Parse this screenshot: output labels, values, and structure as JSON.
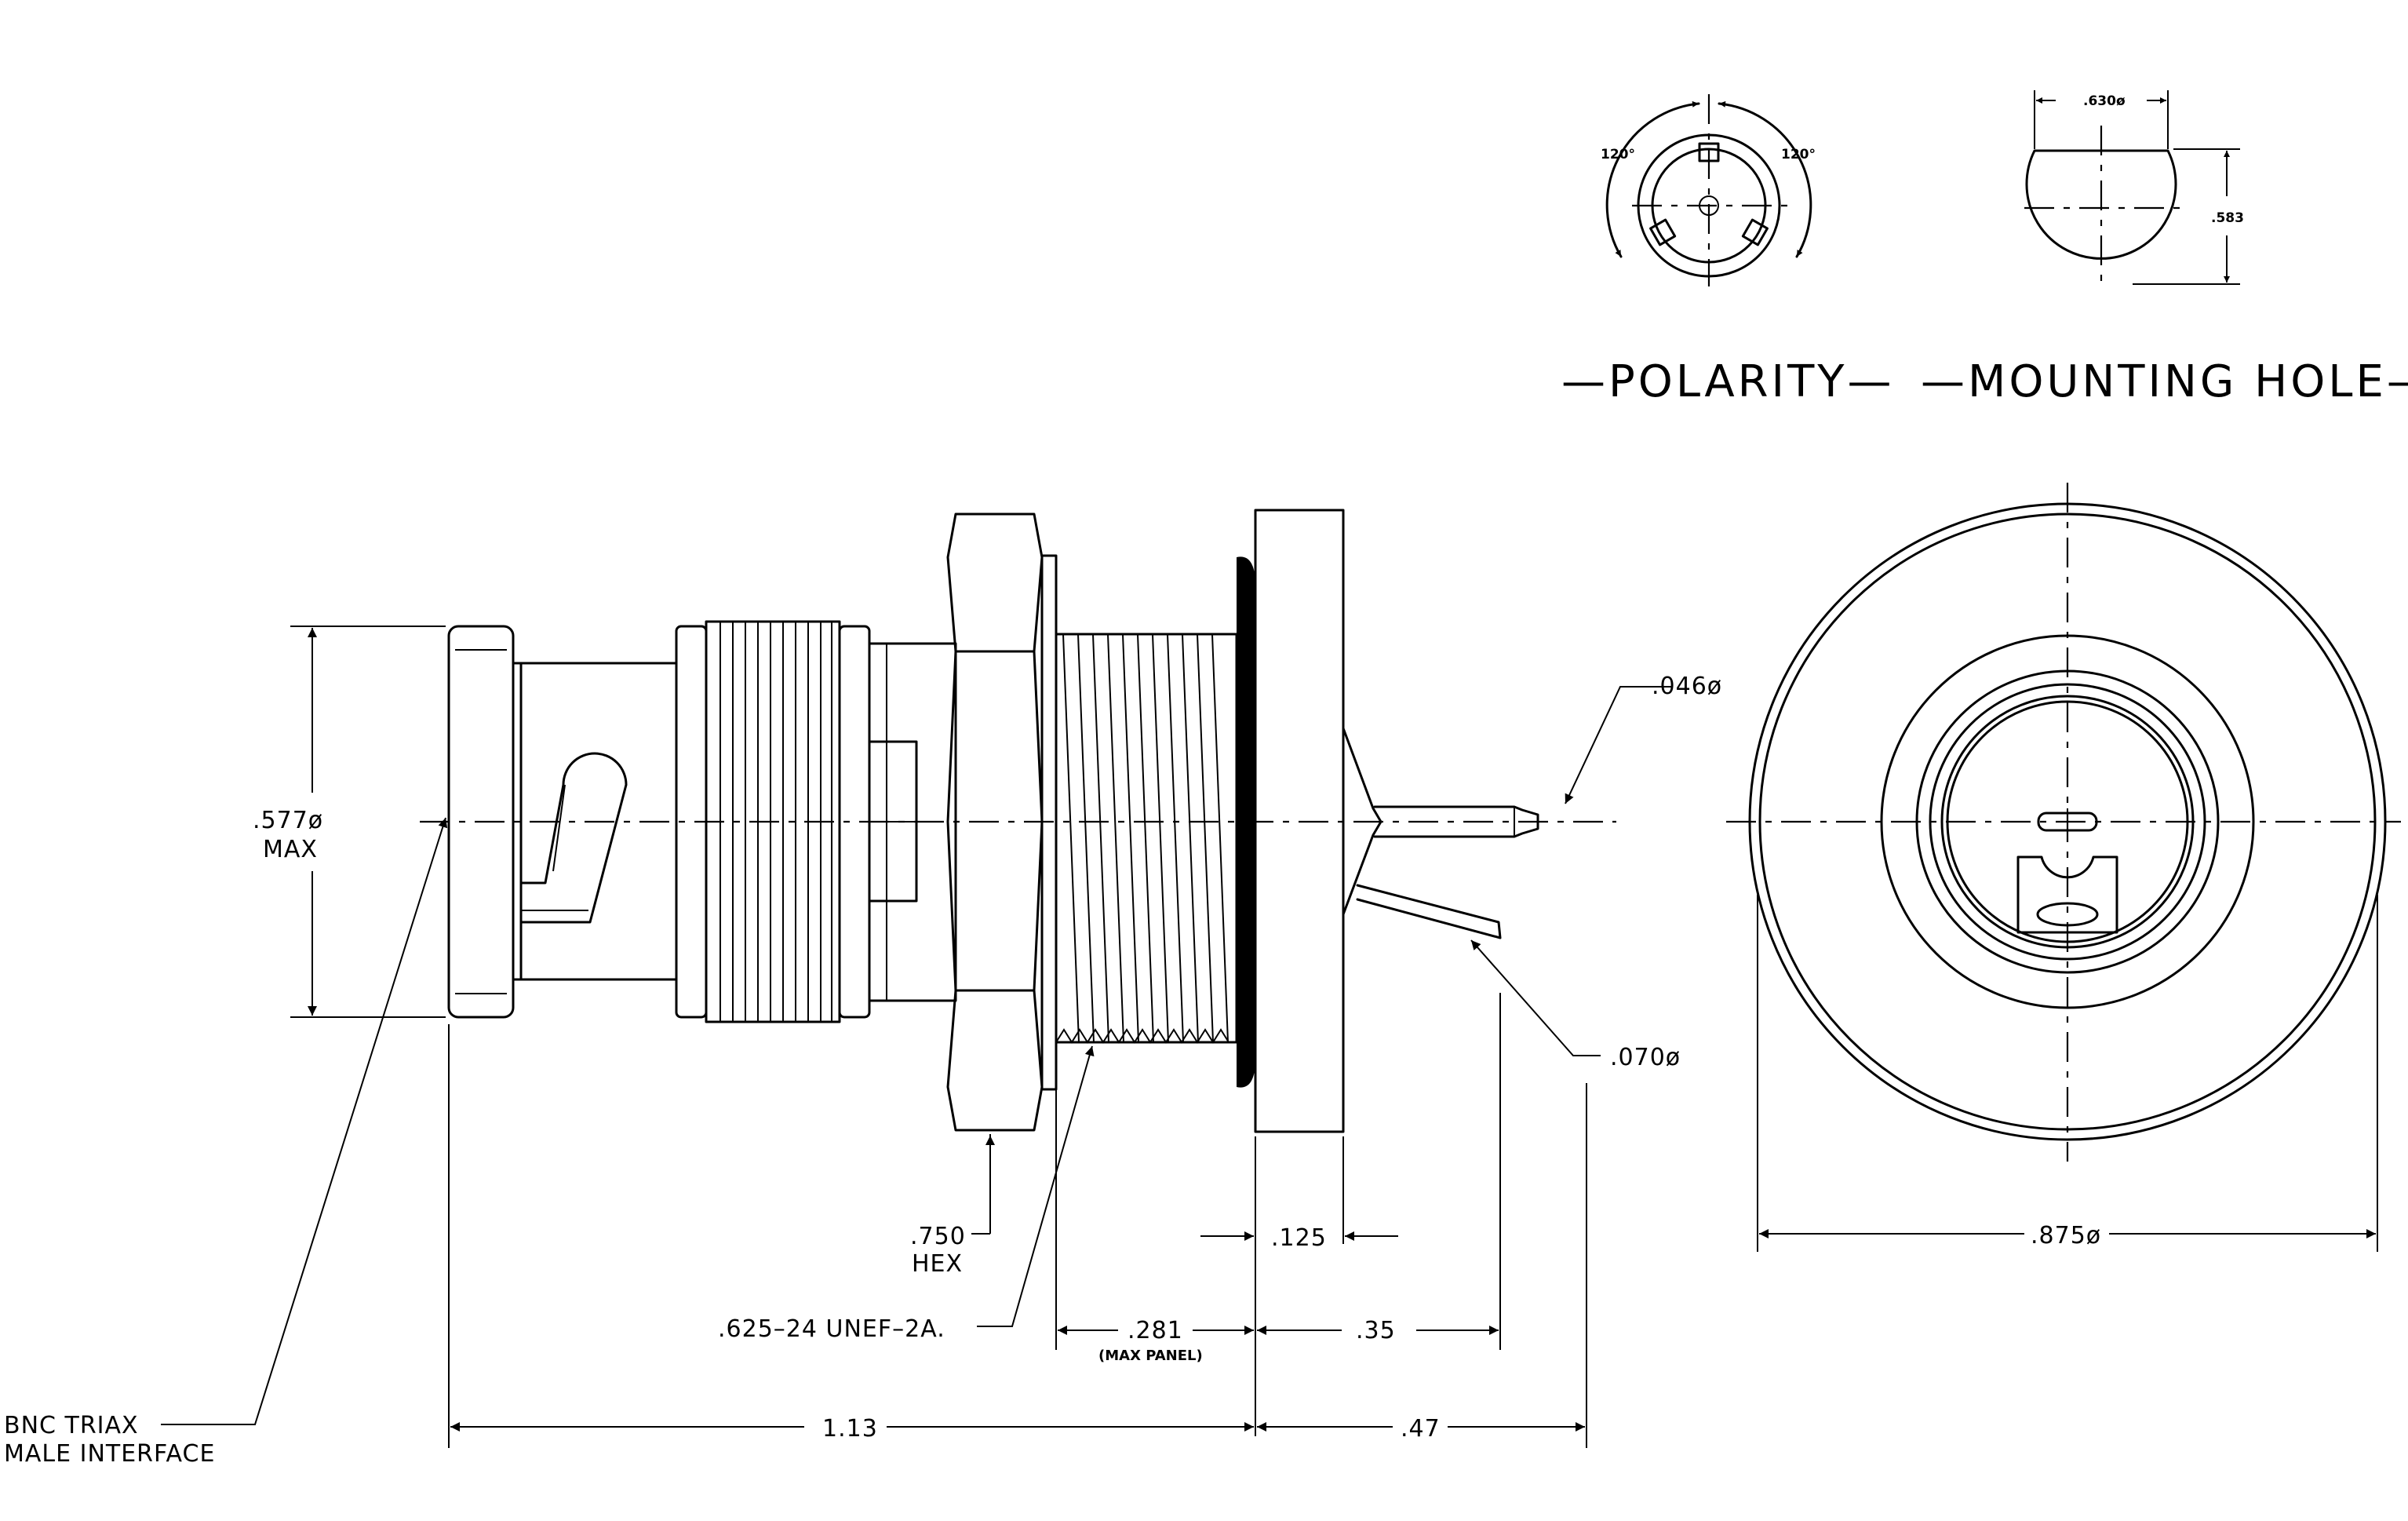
{
  "titles": {
    "polarity": "—POLARITY—",
    "mounting_hole": "—MOUNTING HOLE—"
  },
  "polarity": {
    "angle_left": "120°",
    "angle_right": "120°"
  },
  "mounting_hole": {
    "width": ".630ø",
    "height": ".583"
  },
  "dimensions": {
    "body_dia_value": ".577ø",
    "body_dia_note": "MAX",
    "pin_dia": ".046ø",
    "lead_dia": ".070ø",
    "hex_value": ".750",
    "hex_note": "HEX",
    "thread": ".625–24 UNEF–2A.",
    "flange_thk": ".125",
    "panel_value": ".281",
    "panel_note": "(MAX PANEL)",
    "lead_len": ".35",
    "length_main": "1.13",
    "length_rear": ".47",
    "flange_dia": ".875ø"
  },
  "interface": {
    "line1": "BNC TRIAX",
    "line2": "MALE INTERFACE"
  }
}
